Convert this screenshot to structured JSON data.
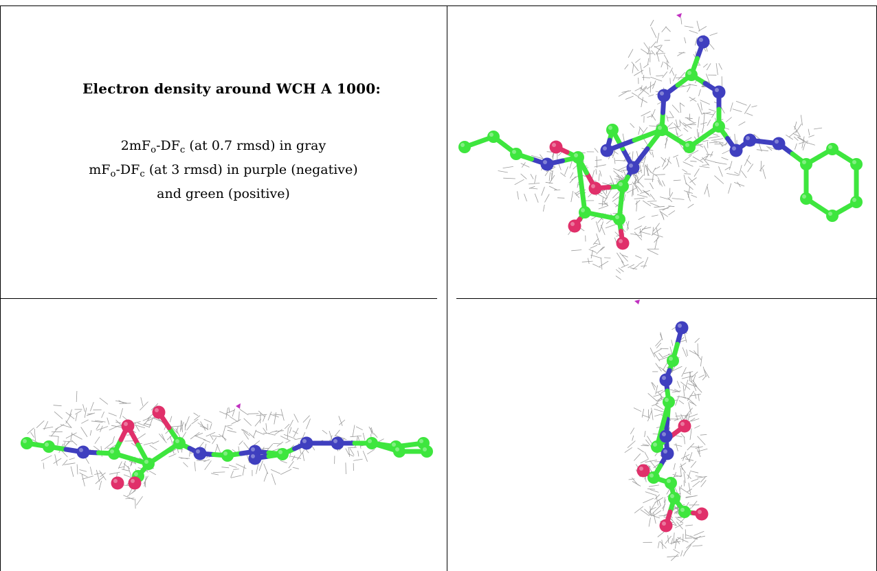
{
  "caption": {
    "heading": "Electron density around WCH A 1000:",
    "line1": {
      "pre": "2mF",
      "sub1": "o",
      "mid": "-DF",
      "sub2": "c",
      "post": " (at 0.7 rmsd) in gray"
    },
    "line2": {
      "pre": "mF",
      "sub1": "o",
      "mid": "-DF",
      "sub2": "c",
      "post": " (at 3 rmsd) in purple (negative)"
    },
    "line3": "and green (positive)"
  },
  "colors": {
    "carbon": "#3ee63e",
    "nitrogen": "#3f3fbf",
    "oxygen": "#e0306a",
    "mesh": "#9a9a9a",
    "negative_density": "#c030c0"
  },
  "views": [
    "view-top-right",
    "view-bottom-left",
    "view-bottom-right"
  ]
}
